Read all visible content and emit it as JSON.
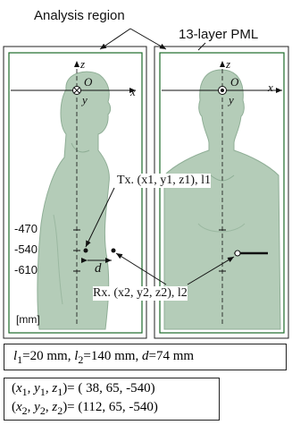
{
  "labels": {
    "analysis_region": "Analysis region",
    "pml": "13-layer PML",
    "origin": "O",
    "axis_x": "x",
    "axis_y": "y",
    "axis_z": "z",
    "tx_label": "Tx. (x1, y1, z1), l1",
    "rx_label": "Rx. (x2, y2, z2), l2",
    "d_label": "d",
    "unit": "[mm]"
  },
  "ticks": [
    "-470",
    "-540",
    "-610"
  ],
  "params": {
    "l1": "20 mm",
    "l2": "140 mm",
    "d": "74 mm"
  },
  "coords": {
    "tx": "( 38, 65, -540)",
    "rx": "(112, 65, -540)"
  },
  "colors": {
    "body_fill": "#b4ccb8",
    "body_shade": "#8fae96",
    "region_green": "#1d6b2a",
    "outline": "#222222"
  }
}
